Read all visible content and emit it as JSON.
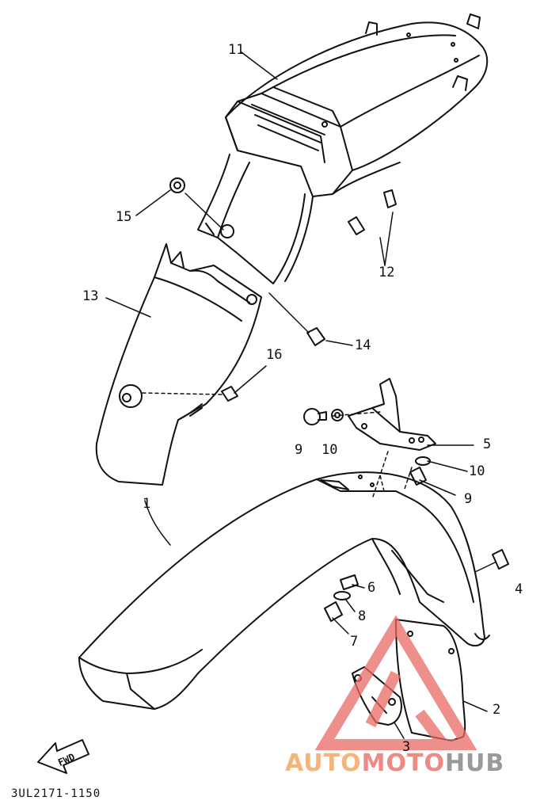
{
  "diagram": {
    "callouts": [
      {
        "id": "11",
        "text": "11"
      },
      {
        "id": "15",
        "text": "15"
      },
      {
        "id": "12",
        "text": "12"
      },
      {
        "id": "13",
        "text": "13"
      },
      {
        "id": "14",
        "text": "14"
      },
      {
        "id": "16",
        "text": "16"
      },
      {
        "id": "9a",
        "text": "9"
      },
      {
        "id": "10a",
        "text": "10"
      },
      {
        "id": "5",
        "text": "5"
      },
      {
        "id": "10b",
        "text": "10"
      },
      {
        "id": "9b",
        "text": "9"
      },
      {
        "id": "1",
        "text": "1"
      },
      {
        "id": "4",
        "text": "4"
      },
      {
        "id": "6",
        "text": "6"
      },
      {
        "id": "8",
        "text": "8"
      },
      {
        "id": "7",
        "text": "7"
      },
      {
        "id": "2",
        "text": "2"
      },
      {
        "id": "3",
        "text": "3"
      }
    ],
    "fwd_label": "FWD",
    "part_code": "3UL2171-1150"
  },
  "watermark": {
    "part1": "AUTO",
    "part2": "MOTO",
    "part3": "HUB",
    "colors": {
      "auto": "#f4b47a",
      "moto": "#ee8a86",
      "hub": "#9a9a9a",
      "triangle": "#e96a66"
    }
  }
}
